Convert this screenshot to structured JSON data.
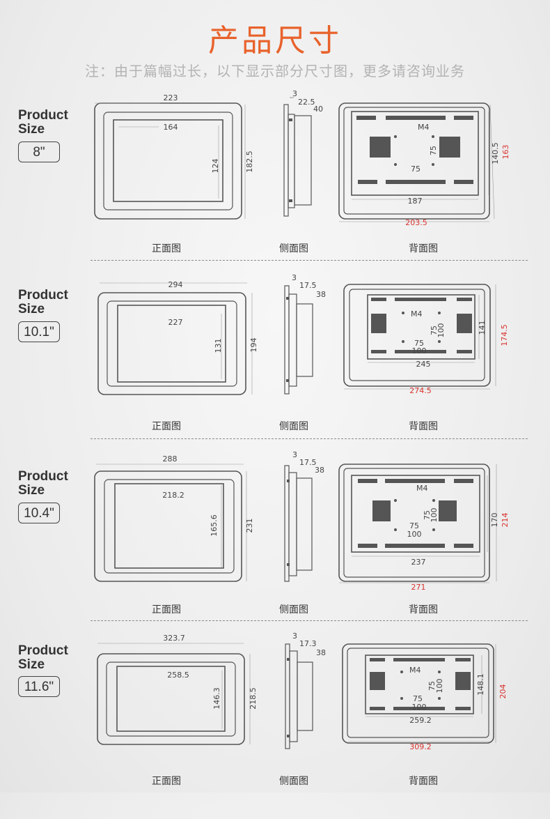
{
  "header": {
    "title": "产品尺寸",
    "note": "注：由于篇幅过长，以下显示部分尺寸图，更多请咨询业务"
  },
  "labels": {
    "product_size": [
      "Product",
      "Size"
    ],
    "front": "正面图",
    "side": "侧面图",
    "back": "背面图"
  },
  "accent_colors": {
    "title": "#e8622b",
    "red_dims": "#d8332f"
  },
  "models": [
    {
      "size": "8\"",
      "front": {
        "outer_w": "223",
        "outer_h": "182.5",
        "inner_w": "164",
        "inner_h": "124"
      },
      "side": {
        "t1": "3",
        "t2": "22.5",
        "t3": "40"
      },
      "back": {
        "hole_h": "75",
        "hole_v": "75",
        "screw": "M4",
        "inner_w": "187",
        "inner_h": "140.5",
        "outer_w": "203.5",
        "outer_h": "163"
      }
    },
    {
      "size": "10.1\"",
      "front": {
        "outer_w": "294",
        "outer_h": "194",
        "inner_w": "227",
        "inner_h": "131"
      },
      "side": {
        "t1": "3",
        "t2": "17.5",
        "t3": "38"
      },
      "back": {
        "hole_h": "75",
        "hole_h2": "100",
        "hole_v": "75",
        "hole_v2": "100",
        "screw": "M4",
        "inner_w": "245",
        "inner_h": "141",
        "outer_w": "274.5",
        "outer_h": "174.5"
      }
    },
    {
      "size": "10.4\"",
      "front": {
        "outer_w": "288",
        "outer_h": "231",
        "inner_w": "218.2",
        "inner_h": "165.6"
      },
      "side": {
        "t1": "3",
        "t2": "17.5",
        "t3": "38"
      },
      "back": {
        "hole_h": "75",
        "hole_h2": "100",
        "hole_v": "75",
        "hole_v2": "100",
        "screw": "M4",
        "inner_w": "237",
        "inner_h": "170",
        "outer_w": "271",
        "outer_h": "214"
      }
    },
    {
      "size": "11.6\"",
      "front": {
        "outer_w": "323.7",
        "outer_h": "218.5",
        "inner_w": "258.5",
        "inner_h": "146.3"
      },
      "side": {
        "t1": "3",
        "t2": "17.3",
        "t3": "38"
      },
      "back": {
        "hole_h": "75",
        "hole_h2": "100",
        "hole_v": "75",
        "hole_v2": "100",
        "screw": "M4",
        "inner_w": "259.2",
        "inner_h": "148.1",
        "outer_w": "309.2",
        "outer_h": "204"
      }
    }
  ]
}
